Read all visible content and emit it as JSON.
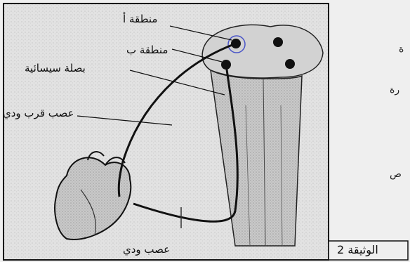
{
  "labels": {
    "zone_a": "منطقة أ",
    "zone_b": "منطقة ب",
    "synaptic_bulb": "بصلة سيسائية",
    "parasympathetic_nerve": "عصب قرب ودي",
    "sympathetic_nerve": "عصب ودي"
  },
  "document_tag": "الوثيقة 2",
  "background_fragments": [
    "ة",
    "رة",
    "ص"
  ]
}
